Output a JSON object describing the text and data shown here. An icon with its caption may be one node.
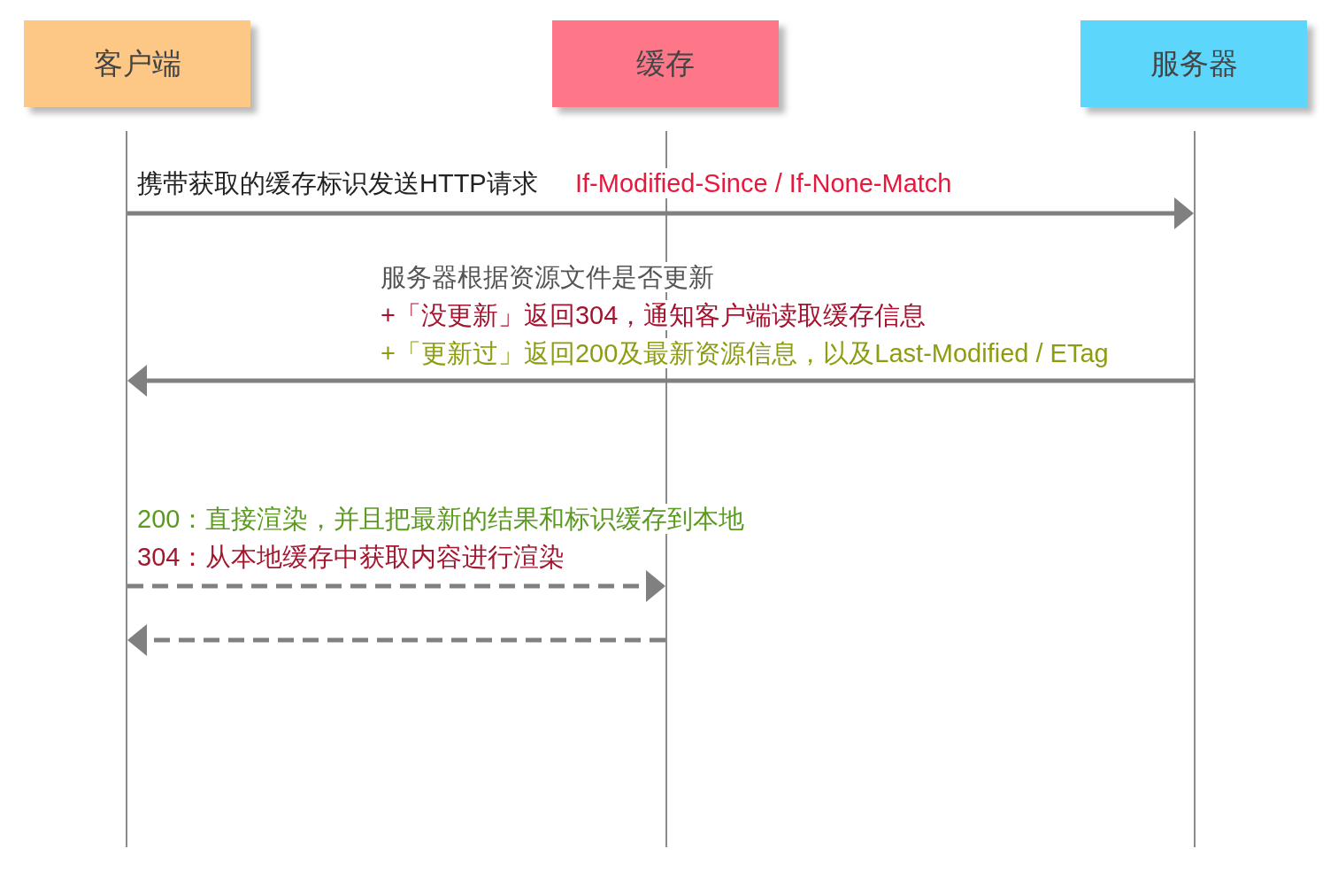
{
  "diagram": {
    "nodes": [
      {
        "text": [
          "客户端"
        ]
      },
      {
        "text": [
          "缓存"
        ]
      },
      {
        "text": [
          "服务器"
        ]
      },
      {
        "text": [],
        "shape": "line"
      },
      {
        "text": [],
        "shape": "line"
      },
      {
        "text": [],
        "shape": "line"
      }
    ],
    "edges": [
      {
        "from": 3,
        "to": 5,
        "arrow": "to"
      },
      {
        "from": 5,
        "to": 3,
        "arrow": "to"
      },
      {
        "from": 3,
        "to": 4,
        "arrow": "to",
        "style": "dashed"
      },
      {
        "from": 4,
        "to": 3,
        "arrow": "to",
        "style": "dashed"
      }
    ],
    "labels": [
      "携带获取的缓存标识发送HTTP请求",
      "If-Modified-Since / If-None-Match",
      "服务器根据资源文件是否更新",
      "+「没更新」返回304，通知客户端读取缓存信息",
      "+「更新过」返回200及最新资源信息，以及Last-Modified / ETag",
      "200：直接渲染，并且把最新的结果和标识缓存到本地",
      "304：从本地缓存中获取内容进行渲染"
    ]
  }
}
